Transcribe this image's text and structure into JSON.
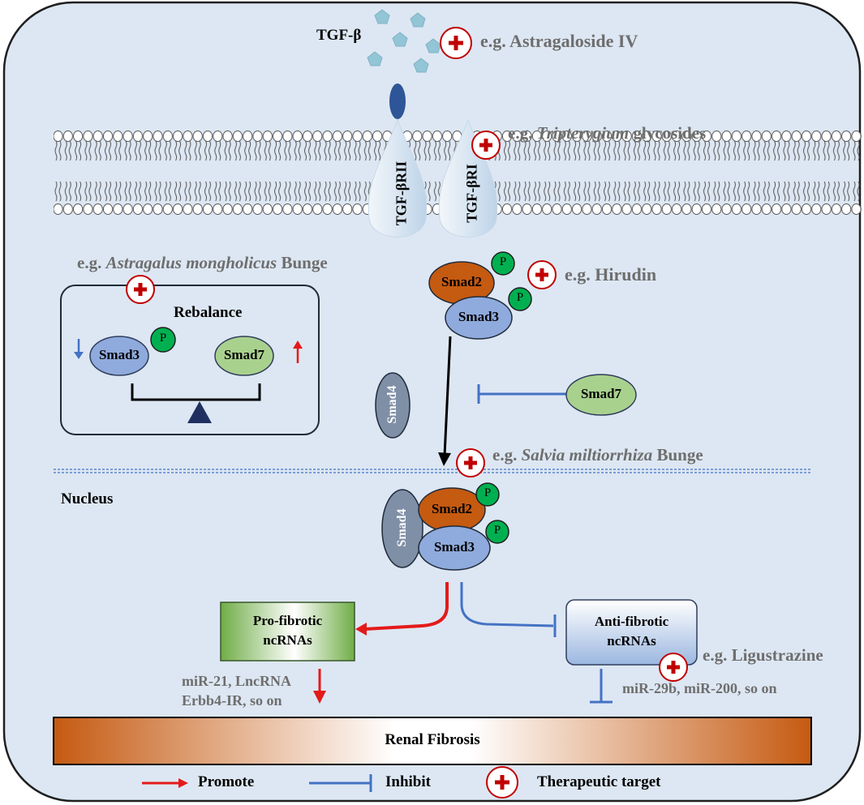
{
  "ligand": {
    "label": "TGF-β"
  },
  "receptors": {
    "type2": "TGF-βRII",
    "type1": "TGF-βRI"
  },
  "annotations": {
    "astragaloside": "e.g. Astragaloside IV",
    "tripterygium_prefix": "e.g. ",
    "tripterygium_italic": "Tripterygium",
    "tripterygium_suffix": " glycosides",
    "astragalus_prefix": "e.g. ",
    "astragalus_italic": "Astragalus mongholicus",
    "astragalus_suffix": " Bunge",
    "hirudin": "e.g. Hirudin",
    "salvia_prefix": "e.g. ",
    "salvia_italic": "Salvia miltiorrhiza",
    "salvia_suffix": " Bunge",
    "ligustrazine": "e.g. Ligustrazine"
  },
  "rebalance": {
    "title": "Rebalance",
    "smad3": "Smad3",
    "smad7": "Smad7",
    "phospho": "P"
  },
  "cytoplasm": {
    "smad2": "Smad2",
    "smad3": "Smad3",
    "smad4": "Smad4",
    "smad7": "Smad7",
    "phospho": "P"
  },
  "nucleus": {
    "label": "Nucleus",
    "smad4": "Smad4",
    "smad2": "Smad2",
    "smad3": "Smad3",
    "phospho": "P"
  },
  "pro_fibrotic": {
    "line1": "Pro-fibrotic",
    "line2": "ncRNAs",
    "examples_line1": "miR-21, LncRNA",
    "examples_line2": "Erbb4-IR, so on"
  },
  "anti_fibrotic": {
    "line1": "Anti-fibrotic",
    "line2": "ncRNAs",
    "examples": "miR-29b, miR-200, so on"
  },
  "fibrosis_bar": {
    "label": "Renal Fibrosis"
  },
  "legend": {
    "promote": "Promote",
    "inhibit": "Inhibit",
    "target": "Therapeutic target"
  },
  "colors": {
    "cell_bg": "#dde7f3",
    "promote": "#e41a1a",
    "inhibit": "#4472c4",
    "target": "#c00000",
    "smad2": "#c55a11",
    "smad3": "#8faadc",
    "smad4": "#7f8fa6",
    "smad7": "#a9d18e",
    "phospho": "#00b050"
  }
}
